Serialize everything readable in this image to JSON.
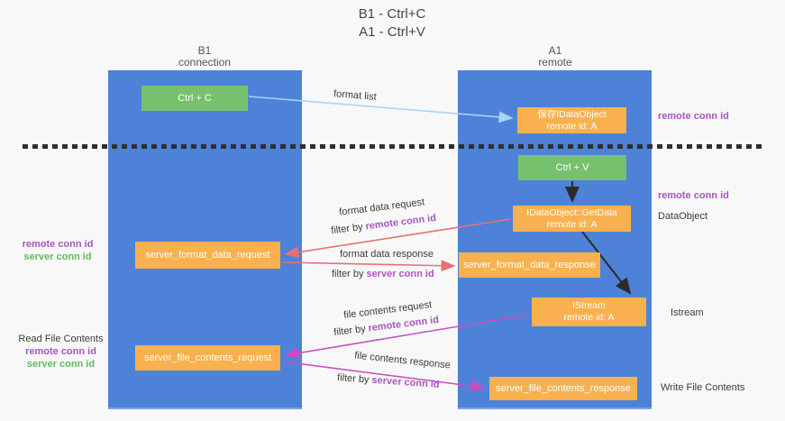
{
  "title": {
    "line1": "B1 - Ctrl+C",
    "line2": "A1 - Ctrl+V"
  },
  "columns": {
    "left": {
      "name": "B1",
      "role": "connection"
    },
    "right": {
      "name": "A1",
      "role": "remote"
    }
  },
  "boxes": {
    "ctrl_c": {
      "label": "Ctrl + C"
    },
    "save_idataobject": {
      "line1": "保存IDataObject",
      "line2": "remote id: A"
    },
    "ctrl_v": {
      "label": "Ctrl + V"
    },
    "getdata": {
      "line1": "IDataObject::GetData",
      "line2": "remote id: A"
    },
    "server_format_data_request": {
      "label": "server_format_data_request"
    },
    "server_format_data_response": {
      "label": "server_format_data_response"
    },
    "istream": {
      "line1": "IStream",
      "line2": "remote id: A"
    },
    "server_file_contents_request": {
      "label": "server_file_contents_request"
    },
    "server_file_contents_response": {
      "label": "server_file_contents_response"
    }
  },
  "arrows": {
    "format_list": "format list",
    "format_data_request": "format data request",
    "format_data_response": "format data response",
    "file_contents_request": "file contents request",
    "file_contents_response": "file contents response",
    "filter_by": "filter by",
    "remote_conn_id": "remote conn id",
    "server_conn_id": "server conn id"
  },
  "side_labels": {
    "remote_conn_id_top": "remote conn id",
    "remote_conn_id_mid": "remote conn id",
    "dataobject": "DataObject",
    "istream": "Istream",
    "write_file_contents": "Write File Contents",
    "read_file_contents": "Read File Contents",
    "remote_conn_id_left1": "remote conn id",
    "server_conn_id_left1": "server conn id",
    "remote_conn_id_left2": "remote conn id",
    "server_conn_id_left2": "server conn id"
  },
  "colors": {
    "lifeline_blue": "#4d82d8",
    "box_green": "#77c16e",
    "box_orange": "#f9b04e",
    "arrow_red": "#e87070",
    "arrow_magenta": "#cb4dc1",
    "arrow_light_blue": "#a9d5f2",
    "arrow_black": "#2b2b2b",
    "text_purple": "#a855be",
    "text_green": "#60bb60"
  }
}
